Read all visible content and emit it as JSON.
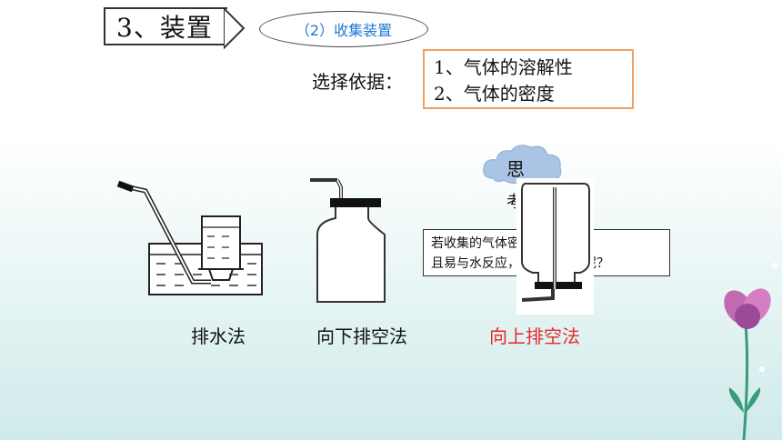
{
  "header": {
    "section_title": "3、装置",
    "subtitle": "（2）收集装置"
  },
  "basis": {
    "label": "选择依据：",
    "items": [
      "1、气体的溶解性",
      "2、气体的密度"
    ]
  },
  "think_bubble": {
    "text": "思",
    "partial_text": "考"
  },
  "question": {
    "text": "若收集的气体密度小于空气，\n且易与水反应，应如何收集呢？"
  },
  "methods": [
    {
      "label": "排水法",
      "color": "#111111"
    },
    {
      "label": "向下排空法",
      "color": "#111111"
    },
    {
      "label": "向上排空法",
      "color": "#e8282a"
    }
  ],
  "colors": {
    "accent_blue": "#1d78d4",
    "highlight_red": "#e8282a",
    "box_border": "#f0a060",
    "cloud": "#a9c4e4"
  }
}
